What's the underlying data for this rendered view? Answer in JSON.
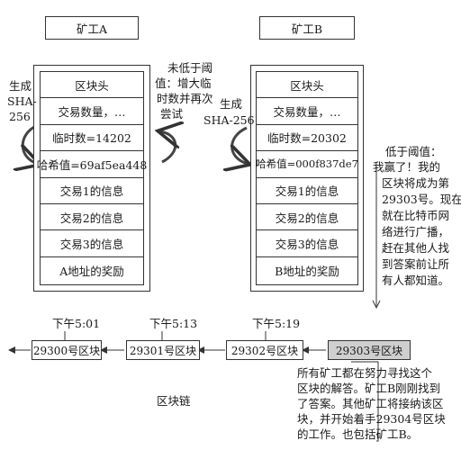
{
  "miner_a": {
    "title": "矿工A",
    "rows": [
      "区块头",
      "交易数量，…",
      "临时数=14202",
      "哈希值=69af5ea448",
      "交易1的信息",
      "交易2的信息",
      "交易3的信息",
      "A地址的奖励"
    ],
    "left_label": [
      "生成",
      "SHA-",
      "256"
    ],
    "right_note": [
      "未低于阈",
      "值：增大临",
      "时数并再次",
      "尝试"
    ]
  },
  "miner_b": {
    "title": "矿工B",
    "rows": [
      "区块头",
      "交易数量，…",
      "临时数=20302",
      "哈希值=000f837de7",
      "交易1的信息",
      "交易2的信息",
      "交易3的信息",
      "B地址的奖励"
    ],
    "left_label": [
      "生成",
      "SHA-256"
    ],
    "right_note": [
      "低于阈值：",
      "我赢了！我的",
      "区块将成为第",
      "29303号。现在",
      "就在比特币网",
      "络进行广播，",
      "赶在其他人找",
      "到答案前让所",
      "有人都知道。"
    ]
  },
  "chain": {
    "blocks": [
      "29300号区块",
      "29301号区块",
      "29302号区块",
      "29303号区块"
    ],
    "times": [
      "下午5:01",
      "下午5:13",
      "下午5:19"
    ],
    "label": "区块链",
    "note": [
      "所有矿工都在努力寻找这个",
      "区块的解答。矿工B刚刚找到",
      "了答案。其他矿工将接纳该区",
      "块，并开始着手29304号区块",
      "的工作。也包括矿工B。"
    ]
  }
}
